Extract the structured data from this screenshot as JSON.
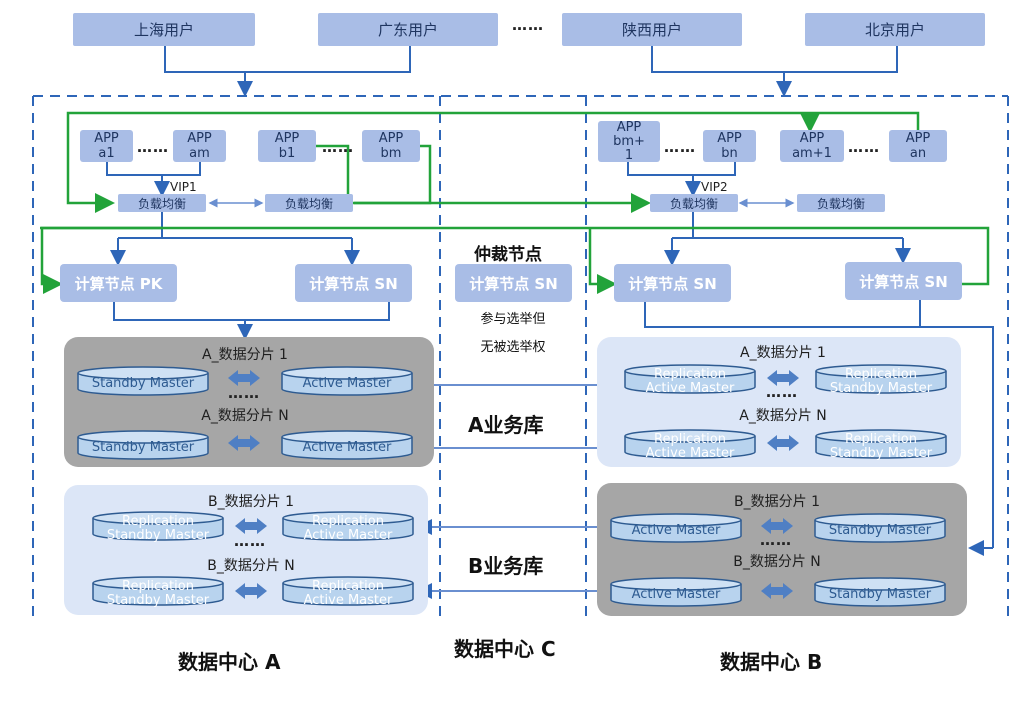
{
  "users": [
    "上海用户",
    "广东用户",
    "陕西用户",
    "北京用户"
  ],
  "user_dots": "……",
  "apps_a": [
    {
      "line1": "APP",
      "line2": "a1"
    },
    {
      "line1": "APP",
      "line2": "am"
    },
    {
      "line1": "APP",
      "line2": "b1"
    },
    {
      "line1": "APP",
      "line2": "bm"
    }
  ],
  "apps_b": [
    {
      "line1": "APP",
      "line2": "bm+",
      "line3": "1"
    },
    {
      "line1": "APP",
      "line2": "bn"
    },
    {
      "line1": "APP",
      "line2": "am+1"
    },
    {
      "line1": "APP",
      "line2": "an"
    }
  ],
  "app_dots": "……",
  "vip1": "VIP1",
  "vip2": "VIP2",
  "load_balancer": "负载均衡",
  "compute": {
    "a_pk": "计算节点 PK",
    "a_sn": "计算节点 SN",
    "c_sn": "计算节点 SN",
    "b_sn1": "计算节点 SN",
    "b_sn2": "计算节点 SN"
  },
  "arbiter_title": "仲裁节点",
  "arbiter_note_1": "参与选举但",
  "arbiter_note_2": "无被选举权",
  "db_a_label": "A业务库",
  "db_b_label": "B业务库",
  "shards": {
    "a1": "A_数据分片 1",
    "an": "A_数据分片 N",
    "b1": "B_数据分片 1",
    "bn": "B_数据分片 N"
  },
  "shard_dots": "……",
  "masters": {
    "standby": "Standby Master",
    "active": "Active Master",
    "rep_active_1": "Replication",
    "rep_active_2": "Active Master",
    "rep_standby_1": "Replication",
    "rep_standby_2": "Standby Master"
  },
  "dc_a": "数据中心 A",
  "dc_b": "数据中心 B",
  "dc_c": "数据中心 C",
  "colors": {
    "box": "#a9bde6",
    "arrow_blue": "#2e66b8",
    "green": "#22a33a",
    "panel_dark": "#a6a6a6",
    "panel_light": "#dce6f7",
    "cylinder": "#b8d3ee"
  }
}
